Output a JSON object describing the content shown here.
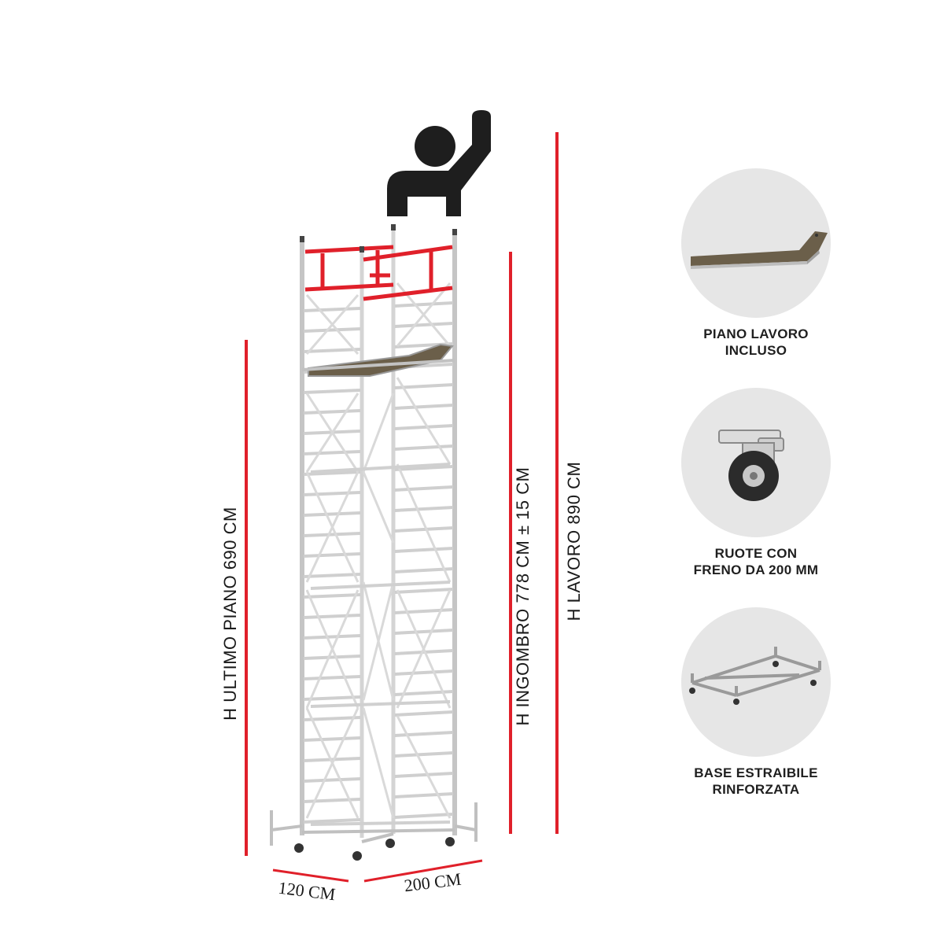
{
  "dimensions": {
    "ultimo_piano": "H  ULTIMO PIANO  690 CM",
    "ingombro": "H INGOMBRO 778 CM ± 15 CM",
    "lavoro": "H  LAVORO  890 CM",
    "width_short": "120 CM",
    "width_long": "200 CM"
  },
  "features": [
    {
      "icon": "work-platform-icon",
      "line1": "PIANO LAVORO",
      "line2": "INCLUSO"
    },
    {
      "icon": "caster-wheel-icon",
      "line1": "RUOTE CON",
      "line2": "FRENO DA 200 MM"
    },
    {
      "icon": "base-frame-icon",
      "line1": "BASE ESTRAIBILE",
      "line2": "RINFORZATA"
    }
  ],
  "colors": {
    "accent_red": "#e0202a",
    "frame": "#c9c9c9",
    "silhouette": "#1e1e1e",
    "circle_bg": "#e6e6e6",
    "plank": "#6b5f4a"
  }
}
